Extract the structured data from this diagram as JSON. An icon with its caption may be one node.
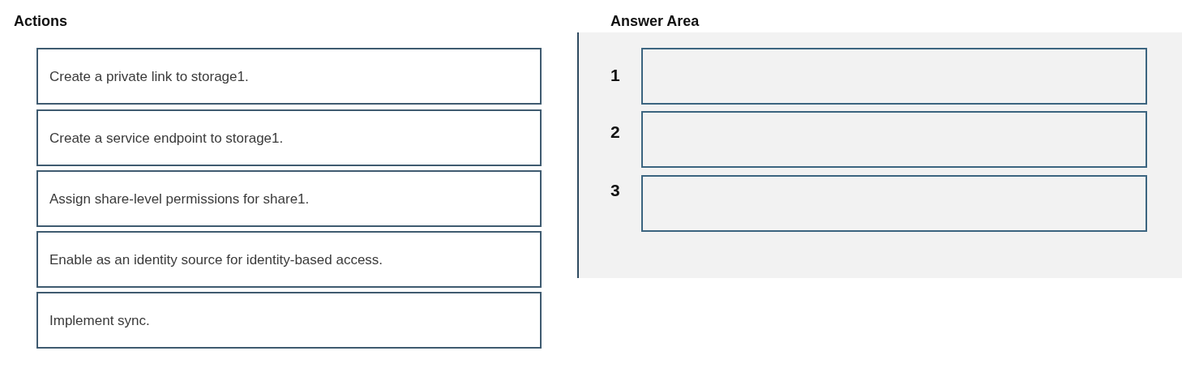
{
  "diagram": {
    "nodes": [
      {
        "text": [
          "Create a private link to storage1."
        ]
      },
      {
        "text": [
          "Create a service endpoint to storage1."
        ]
      },
      {
        "text": [
          "Assign share-level permissions for share1."
        ]
      },
      {
        "text": [
          "Enable as an identity source for identity-based access."
        ]
      },
      {
        "text": [
          "Implement sync."
        ]
      },
      {
        "text": [
          "Answer Area"
        ]
      },
      {
        "text": [],
        "shape": "box",
        "in": 5,
        "beside": [
          "1"
        ]
      },
      {
        "text": [],
        "shape": "box",
        "in": 5,
        "beside": [
          "2"
        ]
      },
      {
        "text": [],
        "shape": "box",
        "in": 5,
        "beside": [
          "3"
        ]
      }
    ],
    "labels": [
      "Actions"
    ]
  }
}
